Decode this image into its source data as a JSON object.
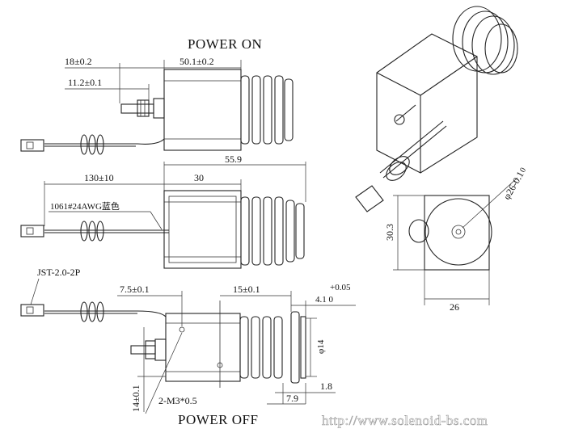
{
  "titles": {
    "top": "POWER ON",
    "bottom": "POWER OFF"
  },
  "dimensions": {
    "d_18": "18±0.2",
    "d_50_1": "50.1±0.2",
    "d_11_2": "11.2±0.1",
    "d_55_9": "55.9",
    "d_130": "130±10",
    "d_30": "30",
    "d_wire": "1061#24AWG蓝色",
    "d_jst": "JST-2.0-2P",
    "d_7_5": "7.5±0.1",
    "d_15": "15±0.1",
    "d_plus": "+0.05",
    "d_4_1": "4.1  0",
    "d_phi14": "φ14",
    "d_1_8": "1.8",
    "d_7_9": "7.9",
    "d_14": "14±0.1",
    "d_m3": "2-M3*0.5",
    "d_phi26": "φ26-0.1",
    "d_zero": "0",
    "d_30_3": "30.3",
    "d_26": "26"
  },
  "watermark": "http://www.solenoid-bs.com"
}
